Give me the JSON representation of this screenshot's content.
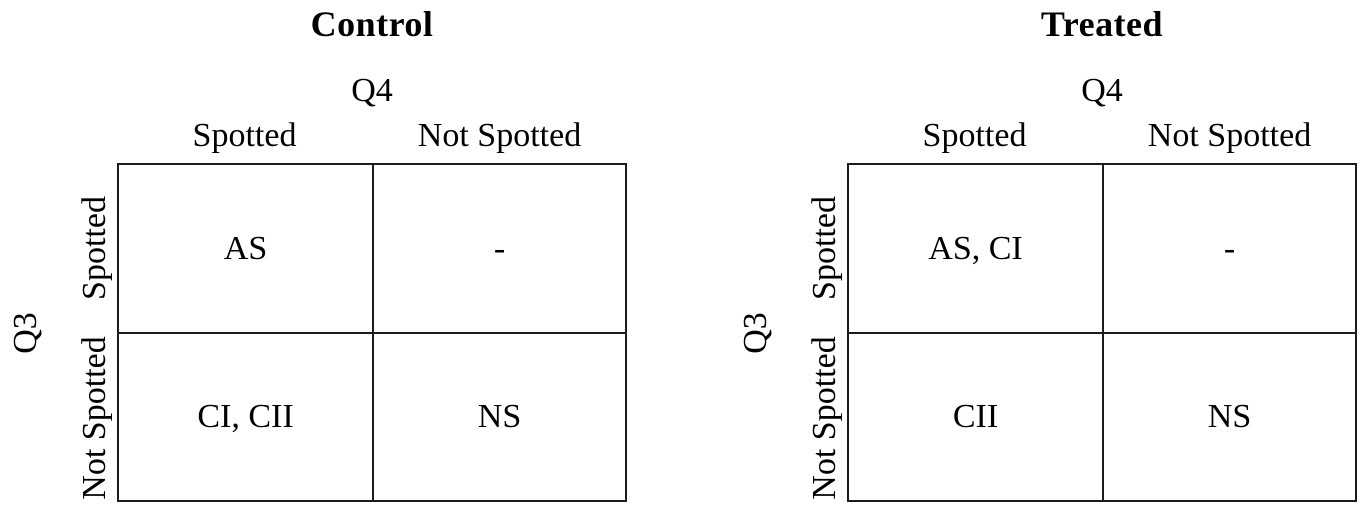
{
  "figure": {
    "description": "Two 2x2 contingency tables comparing spotting outcomes in Q3 vs Q4 for Control and Treated groups"
  },
  "colors": {
    "ink": "#000000",
    "border": "#1c1c1c",
    "background": "#ffffff"
  },
  "panels": [
    {
      "title": "Control",
      "col_axis": "Q4",
      "row_axis": "Q3",
      "col_headers": [
        "Spotted",
        "Not Spotted"
      ],
      "row_headers": [
        "Spotted",
        "Not Spotted"
      ],
      "cells": [
        [
          "AS",
          "-"
        ],
        [
          "CI, CII",
          "NS"
        ]
      ]
    },
    {
      "title": "Treated",
      "col_axis": "Q4",
      "row_axis": "Q3",
      "col_headers": [
        "Spotted",
        "Not Spotted"
      ],
      "row_headers": [
        "Spotted",
        "Not Spotted"
      ],
      "cells": [
        [
          "AS, CI",
          "-"
        ],
        [
          "CII",
          "NS"
        ]
      ]
    }
  ]
}
